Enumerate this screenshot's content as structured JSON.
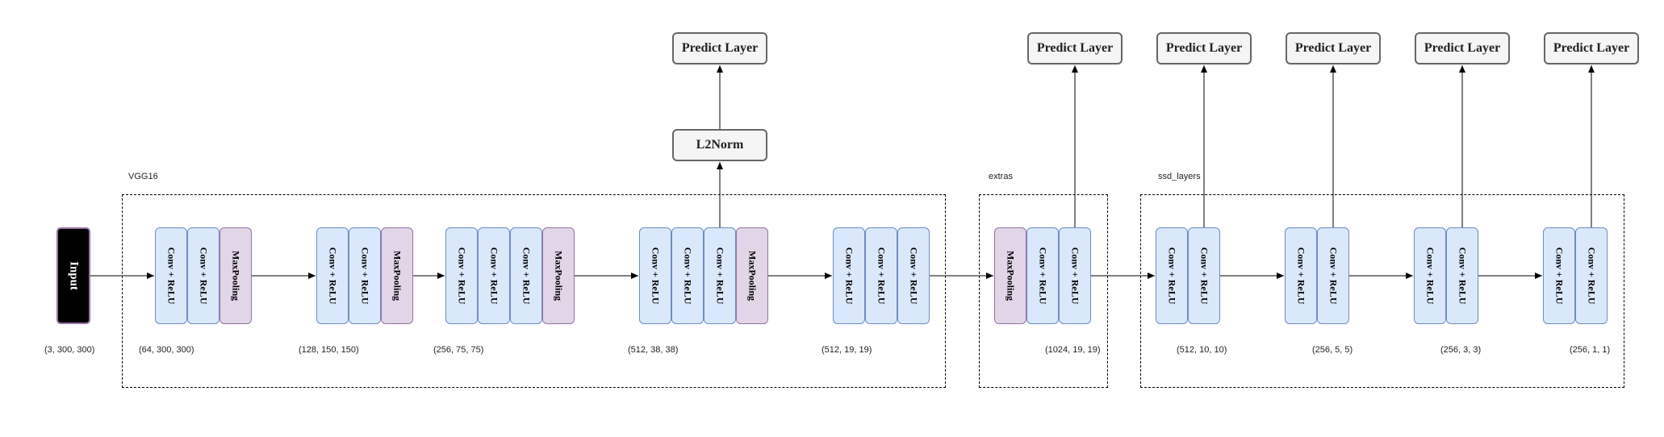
{
  "input": {
    "label": "Input",
    "shape": "(3, 300, 300)"
  },
  "layer_types": {
    "conv": "Conv + ReLU",
    "pool": "MaxPooling"
  },
  "colors": {
    "conv_fill": "#dae8fc",
    "conv_stroke": "#6c8ebf",
    "pool_fill": "#e1d5e7",
    "pool_stroke": "#9673a6",
    "input_fill": "#000000",
    "predict_fill": "#f5f5f5",
    "predict_stroke": "#666666"
  },
  "groups": [
    {
      "label": "VGG16"
    },
    {
      "label": "extras"
    },
    {
      "label": "ssd_layers"
    }
  ],
  "stages": [
    {
      "layers": [
        "conv",
        "conv",
        "pool"
      ],
      "shape": "(64, 300, 300)"
    },
    {
      "layers": [
        "conv",
        "conv",
        "pool"
      ],
      "shape": "(128, 150, 150)"
    },
    {
      "layers": [
        "conv",
        "conv",
        "conv",
        "pool"
      ],
      "shape": "(256, 75, 75)"
    },
    {
      "layers": [
        "conv",
        "conv",
        "conv",
        "pool"
      ],
      "shape": "(512, 38, 38)",
      "head": [
        "L2Norm",
        "Predict Layer"
      ]
    },
    {
      "layers": [
        "conv",
        "conv",
        "conv"
      ],
      "shape": "(512, 19, 19)"
    },
    {
      "layers": [
        "pool",
        "conv",
        "conv"
      ],
      "shape": "(1024, 19, 19)",
      "head": [
        "Predict Layer"
      ]
    },
    {
      "layers": [
        "conv",
        "conv"
      ],
      "shape": "(512, 10, 10)",
      "head": [
        "Predict Layer"
      ]
    },
    {
      "layers": [
        "conv",
        "conv"
      ],
      "shape": "(256, 5, 5)",
      "head": [
        "Predict Layer"
      ]
    },
    {
      "layers": [
        "conv",
        "conv"
      ],
      "shape": "(256, 3, 3)",
      "head": [
        "Predict Layer"
      ]
    },
    {
      "layers": [
        "conv",
        "conv"
      ],
      "shape": "(256, 1, 1)",
      "head": [
        "Predict Layer"
      ]
    }
  ]
}
